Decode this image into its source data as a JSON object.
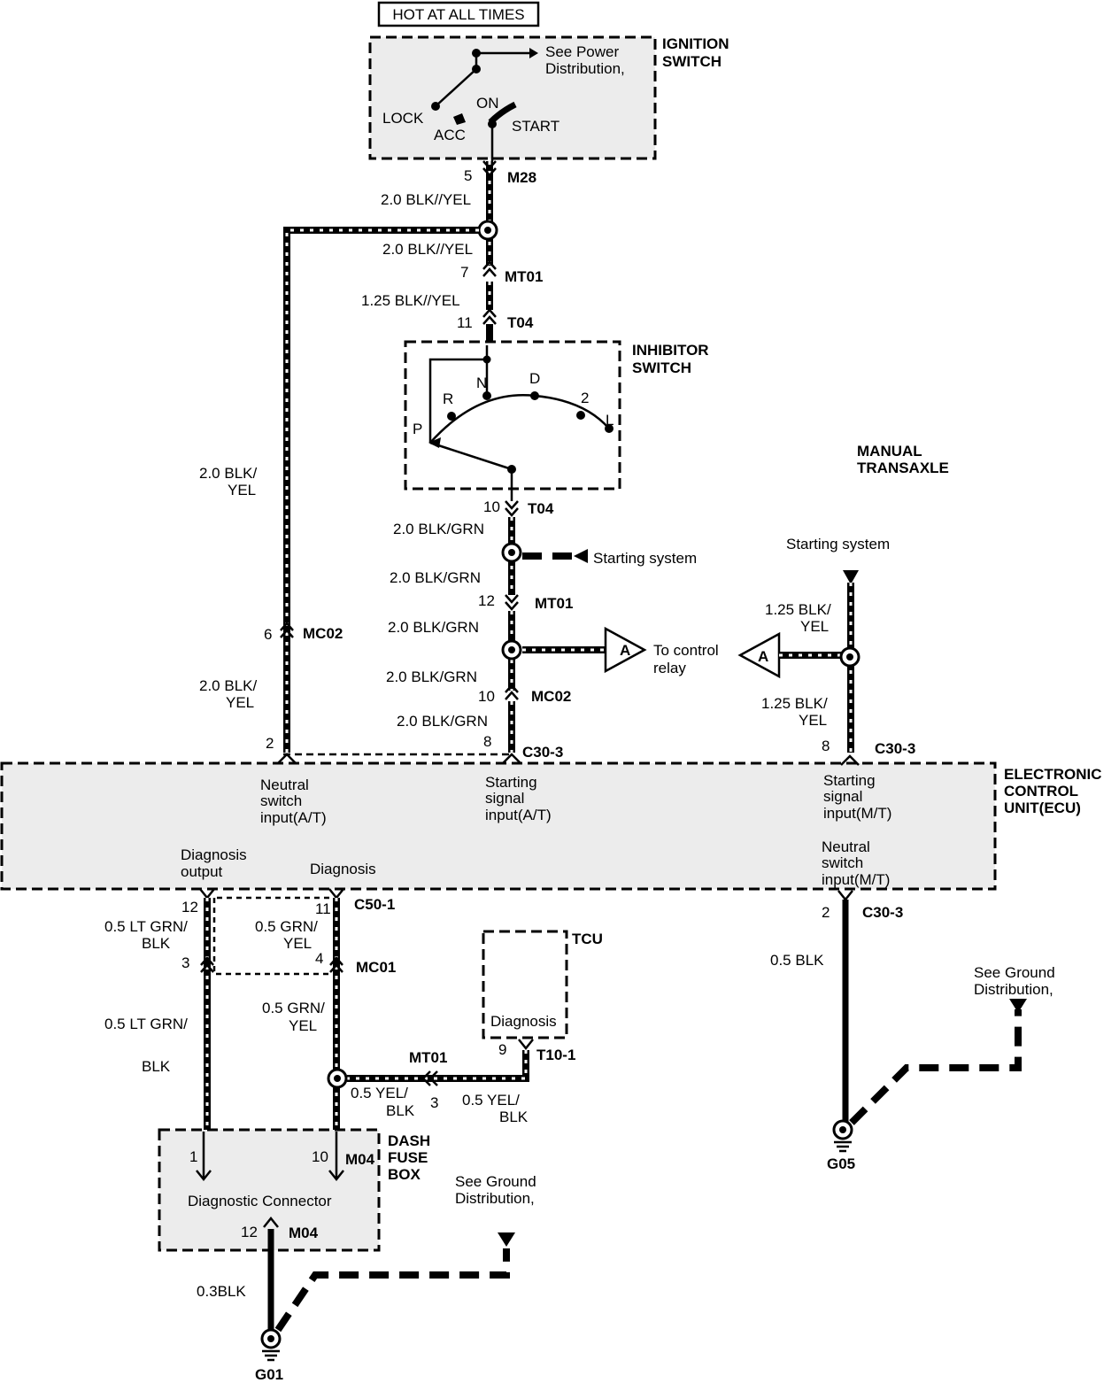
{
  "header": {
    "hot_label": "HOT AT ALL TIMES"
  },
  "ignition": {
    "title_1": "IGNITION",
    "title_2": "SWITCH",
    "see_power_1": "See Power",
    "see_power_2": "Distribution,",
    "lock": "LOCK",
    "acc": "ACC",
    "on": "ON",
    "start": "START"
  },
  "connectors": {
    "m28_pin": "5",
    "m28": "M28",
    "mt01_top_pin": "7",
    "mt01_top": "MT01",
    "t04_top_pin": "11",
    "t04_top": "T04",
    "t04_bot_pin": "10",
    "t04_bot": "T04",
    "mt01_mid_pin": "12",
    "mt01_mid": "MT01",
    "mc02_mid_pin": "10",
    "mc02_mid": "MC02",
    "c303_a_pin": "8",
    "c303_a": "C30-3",
    "mc02_left_pin": "6",
    "mc02_left": "MC02",
    "left_c_pin": "2",
    "c303_mt_pin": "8",
    "c303_mt": "C30-3",
    "c501_12": "12",
    "c501_11": "11",
    "c501": "C50-1",
    "mc01_3": "3",
    "mc01_4": "4",
    "mc01": "MC01",
    "c303_gnd_pin": "2",
    "c303_gnd": "C30-3",
    "t101_pin": "9",
    "t101": "T10-1",
    "mt01_low": "MT01",
    "mt01_low_pin": "3",
    "m04_1": "1",
    "m04_10": "10",
    "m04_a": "M04",
    "m04_12": "12",
    "m04_b": "M04"
  },
  "wires": {
    "w1": "2.0 BLK//YEL",
    "w2": "2.0 BLK//YEL",
    "w3": "1.25 BLK//YEL",
    "w4": "2.0 BLK/GRN",
    "w5": "2.0 BLK/GRN",
    "w6": "2.0 BLK/GRN",
    "w7": "2.0 BLK/GRN",
    "w8": "2.0 BLK/GRN",
    "left_a1": "2.0 BLK/",
    "left_a2": "YEL",
    "left_b1": "2.0 BLK/",
    "left_b2": "YEL",
    "mt_a1": "1.25 BLK/",
    "mt_a2": "YEL",
    "mt_b1": "1.25 BLK/",
    "mt_b2": "YEL",
    "ltgrn_a1": "0.5 LT GRN/",
    "ltgrn_a2": "BLK",
    "grn_a1": "0.5 GRN/",
    "grn_a2": "YEL",
    "grn_b1": "0.5 GRN/",
    "grn_b2": "YEL",
    "ltgrn_b1": "0.5 LT GRN/",
    "ltgrn_b2": "BLK",
    "yel_a1": "0.5 YEL/",
    "yel_a2": "BLK",
    "yel_b1": "0.5 YEL/",
    "yel_b2": "BLK",
    "blk05": "0.5 BLK",
    "blk03": "0.3BLK"
  },
  "inhibitor": {
    "title_1": "INHIBITOR",
    "title_2": "SWITCH",
    "p": "P",
    "r": "R",
    "n": "N",
    "d": "D",
    "two": "2",
    "l": "L"
  },
  "manual": {
    "title_1": "MANUAL",
    "title_2": "TRANSAXLE"
  },
  "starting_system_1": "Starting system",
  "starting_system_2": "Starting system",
  "relay": {
    "a": "A",
    "to_1": "To control",
    "to_2": "relay"
  },
  "ecu": {
    "title_1": "ELECTRONIC",
    "title_2": "CONTROL",
    "title_3": "UNIT(ECU)",
    "neutral_at_1": "Neutral",
    "neutral_at_2": "switch",
    "neutral_at_3": "input(A/T)",
    "start_at_1": "Starting",
    "start_at_2": "signal",
    "start_at_3": "input(A/T)",
    "start_mt_1": "Starting",
    "start_mt_2": "signal",
    "start_mt_3": "input(M/T)",
    "neutral_mt_1": "Neutral",
    "neutral_mt_2": "switch",
    "neutral_mt_3": "input(M/T)",
    "diag_out_1": "Diagnosis",
    "diag_out_2": "output",
    "diag": "Diagnosis"
  },
  "tcu": {
    "title": "TCU",
    "diag": "Diagnosis"
  },
  "ground": {
    "see_1": "See Ground",
    "see_2": "Distribution,",
    "see_b1": "See Ground",
    "see_b2": "Distribution,",
    "g05": "G05",
    "g01": "G01"
  },
  "dash": {
    "title_1": "DASH",
    "title_2": "FUSE",
    "title_3": "BOX",
    "diag_conn": "Diagnostic Connector"
  }
}
